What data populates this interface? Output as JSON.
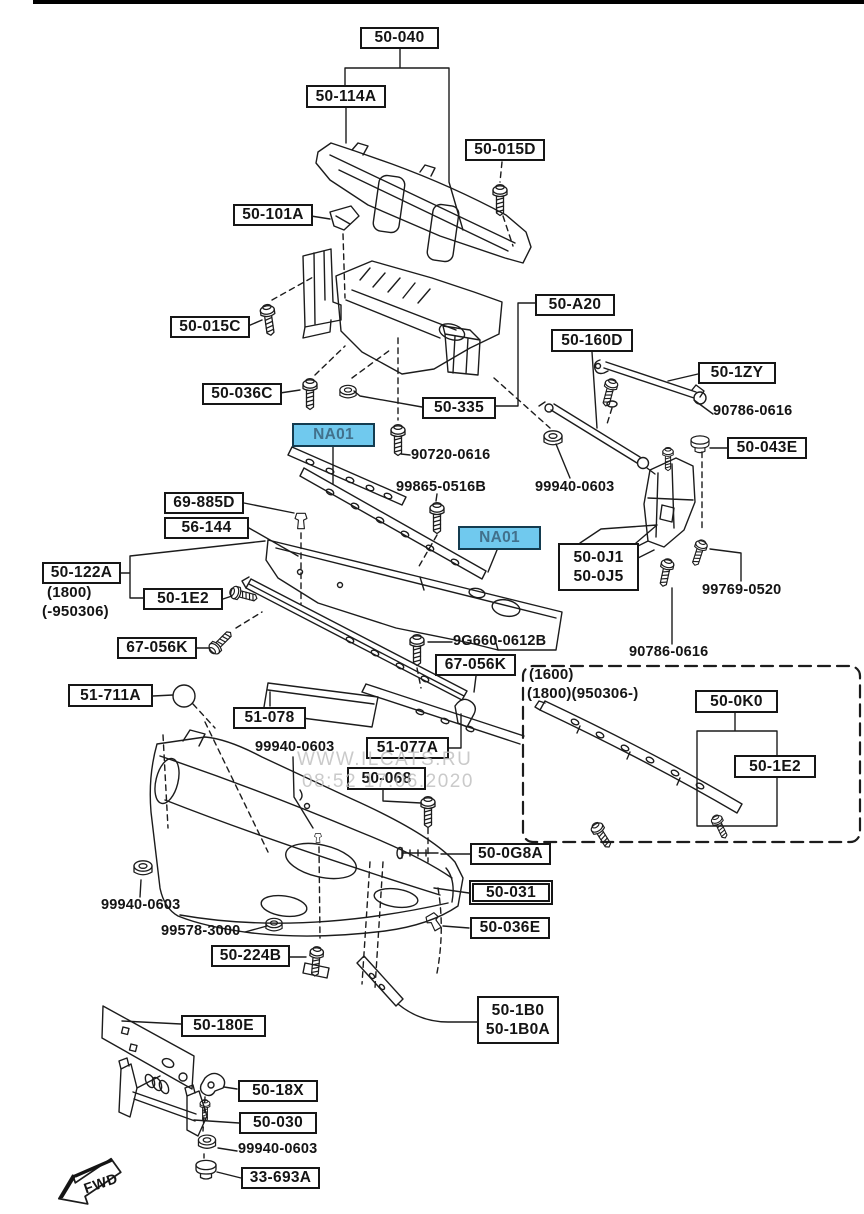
{
  "labels": {
    "l50_040": "50-040",
    "l50_114A": "50-114A",
    "l50_015D": "50-015D",
    "l50_101A": "50-101A",
    "l50_015C": "50-015C",
    "l50_A20": "50-A20",
    "l50_160D": "50-160D",
    "l50_1ZY": "50-1ZY",
    "l50_036C": "50-036C",
    "l50_335": "50-335",
    "l50_043E": "50-043E",
    "lNA01": "NA01",
    "l69_885D": "69-885D",
    "l56_144": "56-144",
    "l50_122A": "50-122A",
    "l50_1E2": "50-1E2",
    "l67_056K": "67-056K",
    "l51_711A": "51-711A",
    "l51_078": "51-078",
    "l51_077A": "51-077A",
    "l50_068": "50-068",
    "l50_0J1": "50-0J1",
    "l50_0J5": "50-0J5",
    "l50_0K0": "50-0K0",
    "l50_0G8A": "50-0G8A",
    "l50_031": "50-031",
    "l50_036E": "50-036E",
    "l50_224B": "50-224B",
    "l50_1B0": "50-1B0",
    "l50_1B0A": "50-1B0A",
    "l50_180E": "50-180E",
    "l50_18X": "50-18X",
    "l50_030": "50-030",
    "l33_693A": "33-693A",
    "t90720_0616": "90720-0616",
    "t90786_0616": "90786-0616",
    "t99940_0603": "99940-0603",
    "t99865_0516B": "99865-0516B",
    "t9G660_0612B": "9G660-0612B",
    "t99769_0520": "99769-0520",
    "t99578_3000": "99578-3000",
    "variant_1800": "(1800)",
    "variant_950306_to": "(-950306)",
    "variant_1600": "(1600)",
    "variant_1800_950306": "(1800)(950306-)",
    "fwd": "FWD"
  },
  "watermark": {
    "line1": "WWW.ILCATS.RU",
    "line2": "08:52 17.06.2020"
  },
  "colors": {
    "highlight_fill": "#70c9ee",
    "highlight_border": "#143c50",
    "highlight_text": "#42718c",
    "line": "#1c1c1c",
    "watermark": "#bdbdbd"
  }
}
